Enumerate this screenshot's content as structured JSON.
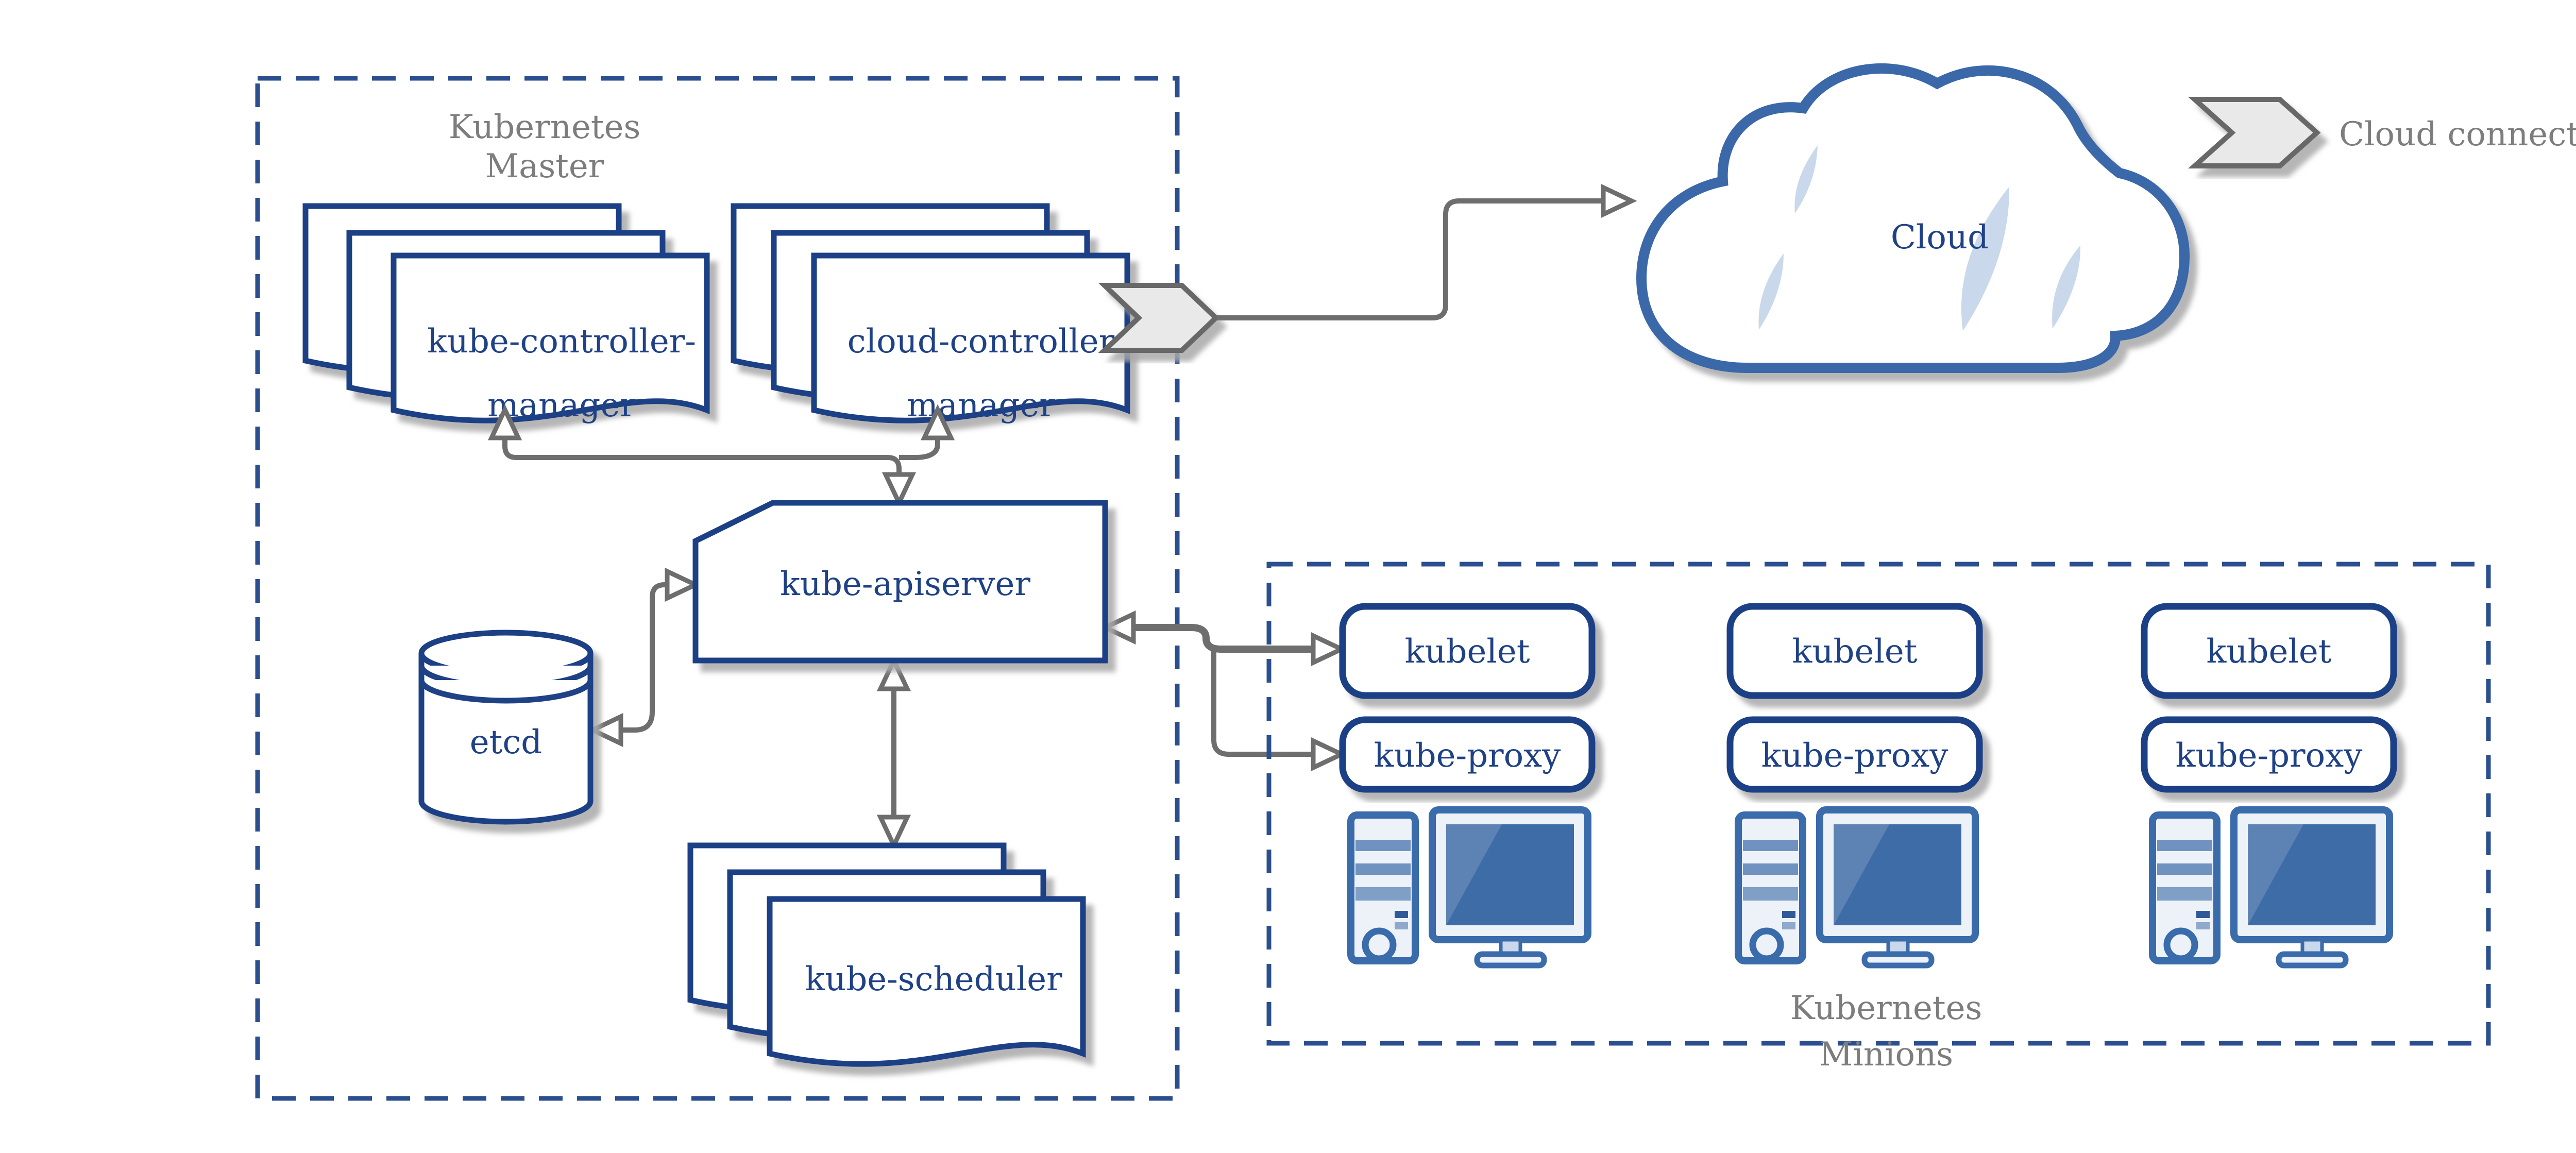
{
  "diagram": {
    "master": {
      "title_line1": "Kubernetes",
      "title_line2": "Master"
    },
    "components": {
      "kube_controller_manager_line1": "kube-controller-",
      "kube_controller_manager_line2": "manager",
      "cloud_controller_manager_line1": "cloud-controller",
      "cloud_controller_manager_line2": "manager",
      "apiserver": "kube-apiserver",
      "etcd": "etcd",
      "scheduler": "kube-scheduler",
      "cloud": "Cloud"
    },
    "legend": {
      "cloud_connector": "Cloud connector"
    },
    "minions": {
      "title_line1": "Kubernetes",
      "title_line2": "Minions",
      "nodes": [
        {
          "kubelet": "kubelet",
          "kube_proxy": "kube-proxy"
        },
        {
          "kubelet": "kubelet",
          "kube_proxy": "kube-proxy"
        },
        {
          "kubelet": "kubelet",
          "kube_proxy": "kube-proxy"
        }
      ]
    },
    "icons": {
      "cloud_connector_icon": "chevron-arrow",
      "node_hardware_icon": "desktop-computer"
    },
    "colors": {
      "shape_stroke_blue": "#1f4185",
      "cloud_stroke_blue": "#3a67a8",
      "icon_blue": "#3a6baa",
      "screen_blue": "#3e6ca6",
      "screen_highlight": "#5d83b4",
      "light_fill": "#edf2f9",
      "sliver_blue": "#c9d8ea",
      "dashed_border": "#2b4f8e",
      "connector_gray": "#6e6e6e",
      "chevron_fill": "#e9e9e9",
      "text_gray": "#7d7d7d",
      "shadow": "#a9a9a9",
      "background": "#ffffff"
    }
  }
}
